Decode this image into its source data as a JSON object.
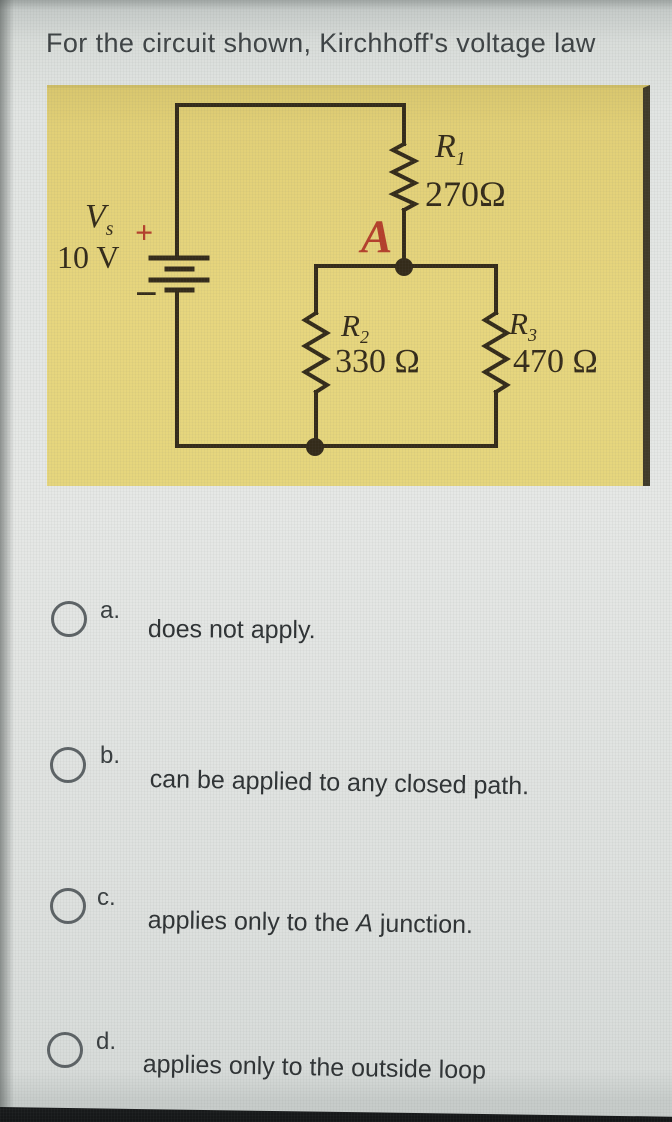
{
  "question": {
    "title": "For the circuit shown, Kirchhoff's voltage law"
  },
  "circuit": {
    "colors": {
      "panel_bg": "#e7d67e",
      "wire": "#342b1a",
      "accent_red": "#b5402c"
    },
    "source_name": "V",
    "source_name_sub": "s",
    "source_value": "10 V",
    "plus_sign": "+",
    "minus_sign": "−",
    "junction_label": "A",
    "r1": {
      "name": "R",
      "sub": "1",
      "value": "270Ω"
    },
    "r2": {
      "name": "R",
      "sub": "2",
      "value": "330 Ω"
    },
    "r3": {
      "name": "R",
      "sub": "3",
      "value": "470 Ω"
    }
  },
  "options": [
    {
      "letter": "a.",
      "text_before": "does not apply.",
      "emph": "",
      "text_after": ""
    },
    {
      "letter": "b.",
      "text_before": "can be applied to any closed path.",
      "emph": "",
      "text_after": ""
    },
    {
      "letter": "c.",
      "text_before": "applies only to the ",
      "emph": "A",
      "text_after": " junction."
    },
    {
      "letter": "d.",
      "text_before": "applies only to the outside loop",
      "emph": "",
      "text_after": ""
    }
  ]
}
